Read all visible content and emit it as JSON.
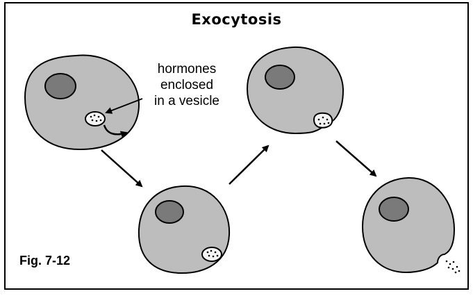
{
  "title": "Exocytosis",
  "callout": {
    "lines": [
      "hormones",
      "enclosed",
      "in a vesicle"
    ]
  },
  "figure_label": "Fig. 7-12",
  "colors": {
    "cell_fill": "#bdbdbd",
    "nucleus_fill": "#7a7a7a",
    "vesicle_fill": "#f4f4f4",
    "stroke": "#000000"
  }
}
